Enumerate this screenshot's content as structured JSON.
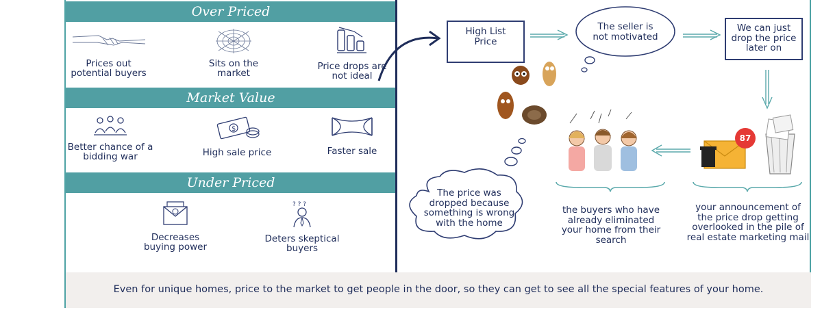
{
  "sections": {
    "over": {
      "title": "Over Priced",
      "items": [
        {
          "label": "Prices out potential buyers",
          "icon": "handshake-icon"
        },
        {
          "label": "Sits on the market",
          "icon": "cobweb-icon"
        },
        {
          "label": "Price drops are not ideal",
          "icon": "falling-bars-icon"
        }
      ]
    },
    "market": {
      "title": "Market Value",
      "items": [
        {
          "label": "Better chance of a bidding war",
          "icon": "people-group-icon"
        },
        {
          "label": "High sale price",
          "icon": "money-icon"
        },
        {
          "label": "Faster sale",
          "icon": "hourglass-icon"
        }
      ]
    },
    "under": {
      "title": "Under Priced",
      "items": [
        {
          "label": "Decreases buying power",
          "icon": "envelope-icon"
        },
        {
          "label": "Deters skeptical buyers",
          "icon": "confused-person-icon"
        }
      ]
    }
  },
  "flow": {
    "high_list_price": "High List Price",
    "seller_not_motivated": "The seller is not motivated",
    "drop_price_later": "We can just drop the price later on",
    "price_dropped_thought": "The price was dropped because something is wrong with the home",
    "buyers_eliminated": "the buyers who have already eliminated your home from their search",
    "announcement_overlooked": "your announcement of the price drop getting overlooked in the pile of real estate marketing mail",
    "mail_badge": "87"
  },
  "footer": "Even for unique homes, price to the market to get people in the door, so they can get to see all the special features of your home.",
  "colors": {
    "teal": "#519fa3",
    "navy": "#1f2d5a",
    "footer_bg": "#f2efed",
    "badge_red": "#e53935"
  }
}
